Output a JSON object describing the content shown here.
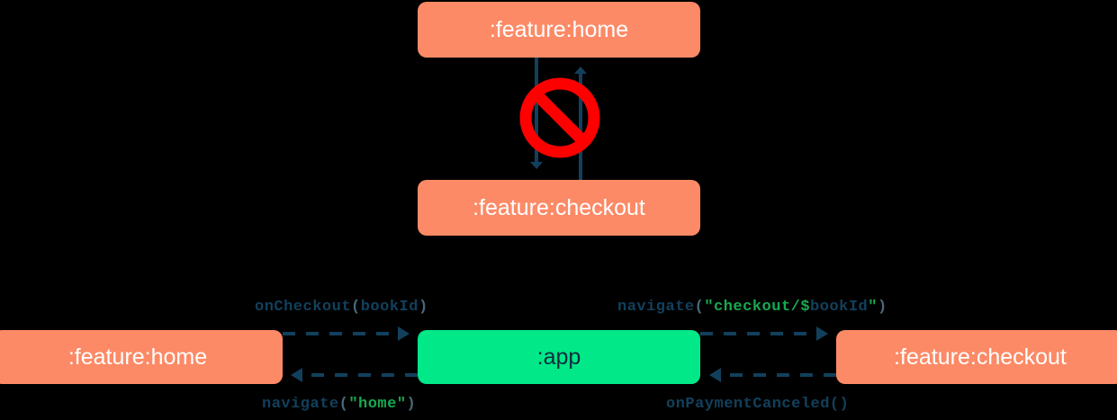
{
  "diagram": {
    "title": "module navigation dependency diagram",
    "background_color": "#000000",
    "colors": {
      "module_orange": "#FC8A66",
      "app_green": "#00E887",
      "arrow_navy": "#12405C",
      "string_green": "#17A94F",
      "forbidden_red": "#FF0000",
      "module_text": "#FFFFFF",
      "app_text": "#0A2C3E"
    },
    "top_section": {
      "nodes": [
        {
          "id": "home-top",
          "label": ":feature:home",
          "style": "orange"
        },
        {
          "id": "checkout-top",
          "label": ":feature:checkout",
          "style": "orange"
        }
      ],
      "edges": [
        {
          "from": "home-top",
          "to": "checkout-top",
          "direction": "down",
          "arrowhead": true
        },
        {
          "from": "checkout-top",
          "to": "home-top",
          "direction": "up",
          "arrowhead": true
        }
      ],
      "annotation": {
        "icon": "forbidden-icon",
        "meaning": "direct dependency between feature modules is not allowed"
      }
    },
    "bottom_section": {
      "nodes": [
        {
          "id": "home-bottom",
          "label": ":feature:home",
          "style": "orange"
        },
        {
          "id": "app",
          "label": ":app",
          "style": "green"
        },
        {
          "id": "checkout-bottom",
          "label": ":feature:checkout",
          "style": "orange"
        }
      ],
      "edges": [
        {
          "id": "home-to-app",
          "from": "home-bottom",
          "to": "app",
          "direction": "right",
          "style": "dashed",
          "label_tokens": [
            {
              "text": "onCheckout",
              "type": "fn"
            },
            {
              "text": "(",
              "type": "paren"
            },
            {
              "text": "bookId",
              "type": "arg"
            },
            {
              "text": ")",
              "type": "paren"
            }
          ]
        },
        {
          "id": "app-to-checkout",
          "from": "app",
          "to": "checkout-bottom",
          "direction": "right",
          "style": "dashed",
          "label_tokens": [
            {
              "text": "navigate",
              "type": "fn"
            },
            {
              "text": "(",
              "type": "paren"
            },
            {
              "text": "\"checkout/$",
              "type": "string"
            },
            {
              "text": "bookId",
              "type": "arg"
            },
            {
              "text": "\"",
              "type": "string"
            },
            {
              "text": ")",
              "type": "paren"
            }
          ]
        },
        {
          "id": "app-to-home",
          "from": "app",
          "to": "home-bottom",
          "direction": "left",
          "style": "dashed",
          "label_tokens": [
            {
              "text": "navigate",
              "type": "fn"
            },
            {
              "text": "(",
              "type": "paren"
            },
            {
              "text": "\"home\"",
              "type": "string"
            },
            {
              "text": ")",
              "type": "paren"
            }
          ]
        },
        {
          "id": "checkout-to-app",
          "from": "checkout-bottom",
          "to": "app",
          "direction": "left",
          "style": "dashed",
          "label_tokens": [
            {
              "text": "onPaymentCanceled()",
              "type": "fn"
            }
          ]
        }
      ]
    },
    "labels": {
      "home_top": ":feature:home",
      "checkout_top": ":feature:checkout",
      "home_bottom": ":feature:home",
      "app": ":app",
      "checkout_bottom": ":feature:checkout",
      "oncheckout": {
        "fn": "onCheckout",
        "open": "(",
        "arg": "bookId",
        "close": ")"
      },
      "navigate_checkout": {
        "fn": "navigate",
        "open": "(",
        "str_open": "\"checkout/$",
        "arg": "bookId",
        "str_close": "\"",
        "close": ")"
      },
      "navigate_home": {
        "fn": "navigate",
        "open": "(",
        "str": "\"home\"",
        "close": ")"
      },
      "onpaymentcanceled": {
        "fn": "onPaymentCanceled()"
      }
    }
  }
}
